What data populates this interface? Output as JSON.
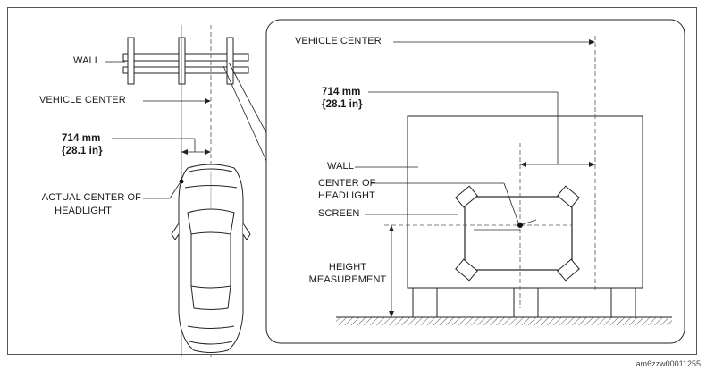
{
  "left_panel": {
    "wall_label": "WALL",
    "vehicle_center_label": "VEHICLE CENTER",
    "distance_mm": "714 mm",
    "distance_in": "{28.1 in}",
    "headlight_label_line1": "ACTUAL CENTER OF",
    "headlight_label_line2": "HEADLIGHT"
  },
  "detail_panel": {
    "vehicle_center_label": "VEHICLE CENTER",
    "distance_mm": "714 mm",
    "distance_in": "{28.1 in}",
    "wall_label": "WALL",
    "center_headlight_line1": "CENTER OF",
    "center_headlight_line2": "HEADLIGHT",
    "screen_label": "SCREEN",
    "height_line1": "HEIGHT",
    "height_line2": "MEASUREMENT"
  },
  "figure_code": "am6zzw00011255",
  "colors": {
    "line": "#222222",
    "hatch": "#555555",
    "background": "#ffffff"
  }
}
